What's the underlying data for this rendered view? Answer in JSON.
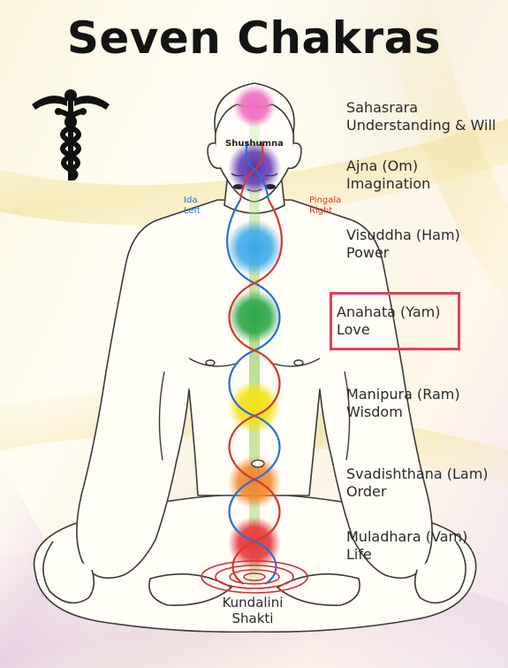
{
  "title": "Seven Chakras",
  "colors": {
    "crown": "#ef6fc0",
    "third_eye": "#5a2eb0",
    "throat": "#3aa8e8",
    "heart": "#2fa84a",
    "solar": "#f2e21a",
    "sacral": "#f08a2e",
    "root": "#e43a3a",
    "ida": "#2a6fd0",
    "pingala": "#d8382e",
    "highlight": "#e0405a"
  },
  "chakras": [
    {
      "name": "Sahasrara",
      "meaning": "Understanding & Will"
    },
    {
      "name": "Ajna (Om)",
      "meaning": "Imagination"
    },
    {
      "name": "Visuddha (Ham)",
      "meaning": "Power"
    },
    {
      "name": "Anahata (Yam)",
      "meaning": "Love"
    },
    {
      "name": "Manipura (Ram)",
      "meaning": "Wisdom"
    },
    {
      "name": "Svadishthana (Lam)",
      "meaning": "Order"
    },
    {
      "name": "Muladhara (Vam)",
      "meaning": "Life"
    }
  ],
  "nadis": {
    "shushumna": "Shushumna",
    "ida": "Ida",
    "ida_side": "Left",
    "pingala": "Pingala",
    "pingala_side": "Right"
  },
  "base": {
    "line1": "Kundalini",
    "line2": "Shakti"
  },
  "icon": "caduceus-icon",
  "highlighted_chakra": "Anahata (Yam)"
}
